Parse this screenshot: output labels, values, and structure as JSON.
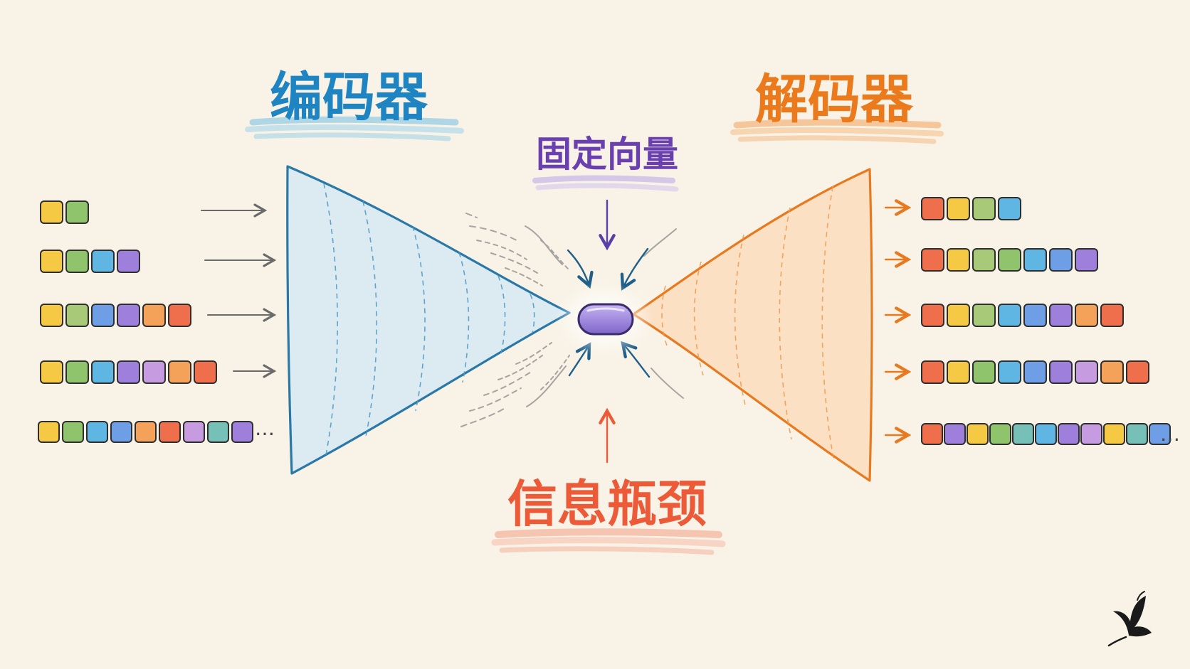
{
  "labels": {
    "encoder": "编码器",
    "decoder": "解码器",
    "fixed_vector": "固定向量",
    "bottleneck": "信息瓶颈",
    "ellipsis": "…"
  },
  "colors": {
    "background": "#f8f3e6",
    "encoder_stroke": "#2a78a8",
    "encoder_fill": "#d6e9f2",
    "decoder_stroke": "#e8791f",
    "decoder_fill": "#fbdcbd",
    "fixed_vector_text": "#6a3fb0",
    "bottleneck_text": "#ec5a38",
    "capsule_fill": "#9f88dd",
    "arrow_gray": "#6a6a6a",
    "arrow_orange": "#e8791f"
  },
  "token_palette": [
    "#f6c945",
    "#8fc36c",
    "#5fb6e3",
    "#6e9ee6",
    "#9f7fdc",
    "#c79be0",
    "#f4a259",
    "#ef6f4c",
    "#a8c978",
    "#77c0b8"
  ],
  "input_sequences": [
    [
      0,
      1
    ],
    [
      0,
      1,
      2,
      4
    ],
    [
      0,
      8,
      3,
      4,
      6,
      7
    ],
    [
      0,
      1,
      2,
      4,
      5,
      6,
      7
    ],
    [
      0,
      1,
      2,
      3,
      6,
      7,
      5,
      9,
      4
    ]
  ],
  "output_sequences": [
    [
      7,
      0,
      8,
      2
    ],
    [
      7,
      0,
      8,
      1,
      2,
      3,
      4
    ],
    [
      7,
      0,
      8,
      2,
      3,
      4,
      6,
      7
    ],
    [
      7,
      0,
      1,
      2,
      3,
      4,
      5,
      6,
      7
    ],
    [
      7,
      4,
      0,
      1,
      9,
      2,
      4,
      5,
      0,
      9,
      3
    ]
  ]
}
